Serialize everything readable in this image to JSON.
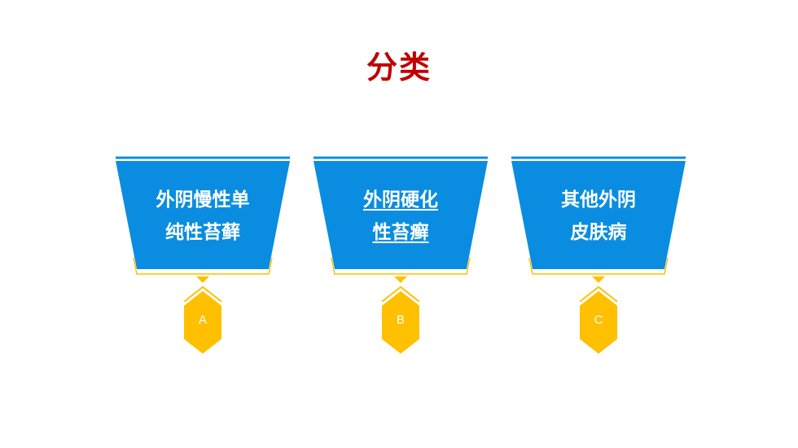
{
  "title": "分类",
  "colors": {
    "title": "#c00000",
    "card_fill": "#0a8de0",
    "accent_yellow": "#ffc000"
  },
  "cards": [
    {
      "line1": "外阴慢性单",
      "line2": "纯性苔藓",
      "letter": "A",
      "underlined": false
    },
    {
      "line1": "外阴硬化",
      "line2": "性苔癣",
      "letter": "B",
      "underlined": true
    },
    {
      "line1": "其他外阴",
      "line2": "皮肤病",
      "letter": "C",
      "underlined": false
    }
  ]
}
